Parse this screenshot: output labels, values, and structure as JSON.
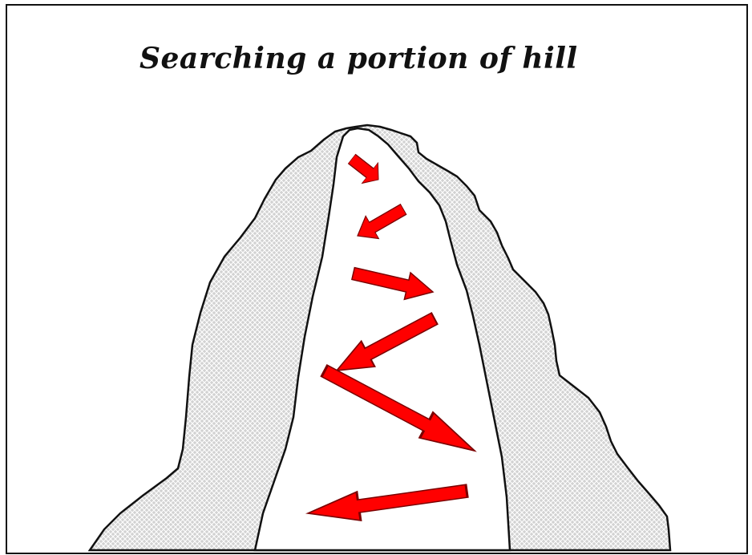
{
  "title": "Searching a portion of hill",
  "colors": {
    "hill_fill": "#d2d2d2",
    "hill_hatch": "#ffffff",
    "outline": "#111111",
    "arrow": "#ff0000",
    "background": "#ffffff"
  },
  "arrows": [
    {
      "direction": "down-right"
    },
    {
      "direction": "down-left"
    },
    {
      "direction": "right"
    },
    {
      "direction": "down-left"
    },
    {
      "direction": "down-right"
    },
    {
      "direction": "left"
    }
  ]
}
